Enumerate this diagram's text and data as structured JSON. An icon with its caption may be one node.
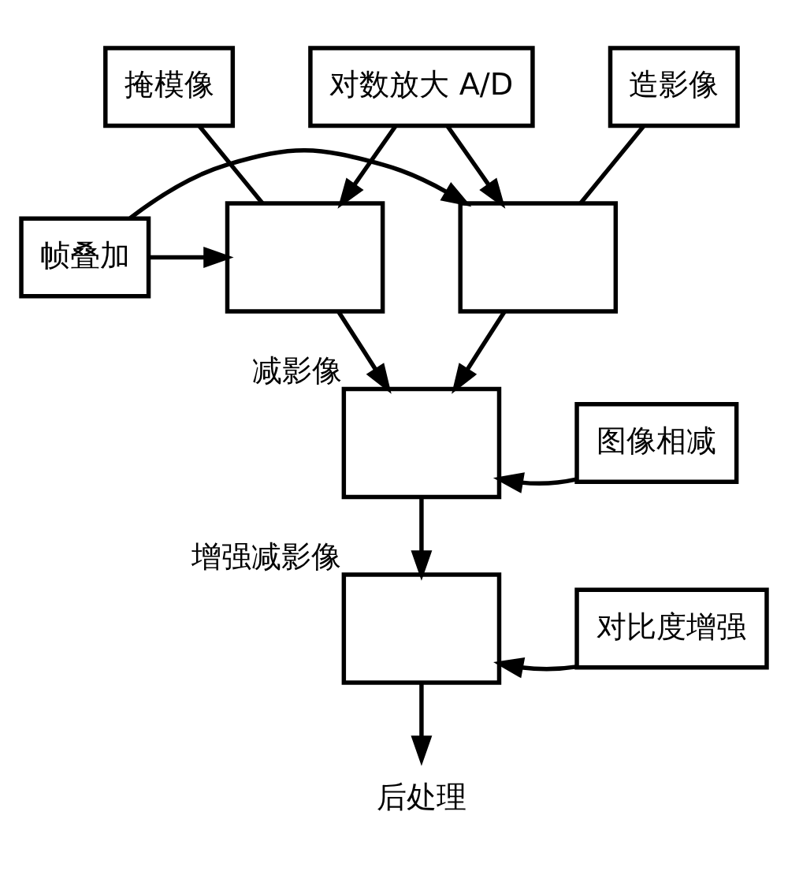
{
  "diagram": {
    "nodes": [
      {
        "text": [
          "掩模像"
        ]
      },
      {
        "text": [
          "造影像"
        ]
      },
      {
        "text": [
          "对数放大 A/D"
        ]
      },
      {
        "text": [],
        "shape": "box"
      },
      {
        "text": [
          "帧叠加"
        ]
      },
      {
        "text": [],
        "shape": "box"
      },
      {
        "text": [
          "图像相减"
        ]
      },
      {
        "text": [],
        "shape": "box",
        "beside": [
          "减影像"
        ]
      },
      {
        "text": [
          "对比度增强"
        ]
      },
      {
        "text": [],
        "shape": "box",
        "beside": [
          "增强减影像"
        ]
      },
      {
        "text": [
          "后处理"
        ]
      }
    ],
    "edges": [
      {
        "from": 0,
        "to": 3,
        "arrow": "none"
      },
      {
        "from": 1,
        "to": 5,
        "arrow": "none"
      },
      {
        "from": 2,
        "to": 3,
        "arrow": "to"
      },
      {
        "from": 2,
        "to": 5,
        "arrow": "to"
      },
      {
        "from": 4,
        "to": 3,
        "arrow": "to"
      },
      {
        "from": 4,
        "to": 5,
        "arrow": "to"
      },
      {
        "from": 3,
        "to": 7,
        "arrow": "to"
      },
      {
        "from": 5,
        "to": 7,
        "arrow": "to"
      },
      {
        "from": 6,
        "to": 7,
        "arrow": "to"
      },
      {
        "from": 7,
        "to": 9,
        "arrow": "to"
      },
      {
        "from": 8,
        "to": 9,
        "arrow": "to"
      },
      {
        "from": 9,
        "to": 10,
        "arrow": "to"
      }
    ]
  }
}
